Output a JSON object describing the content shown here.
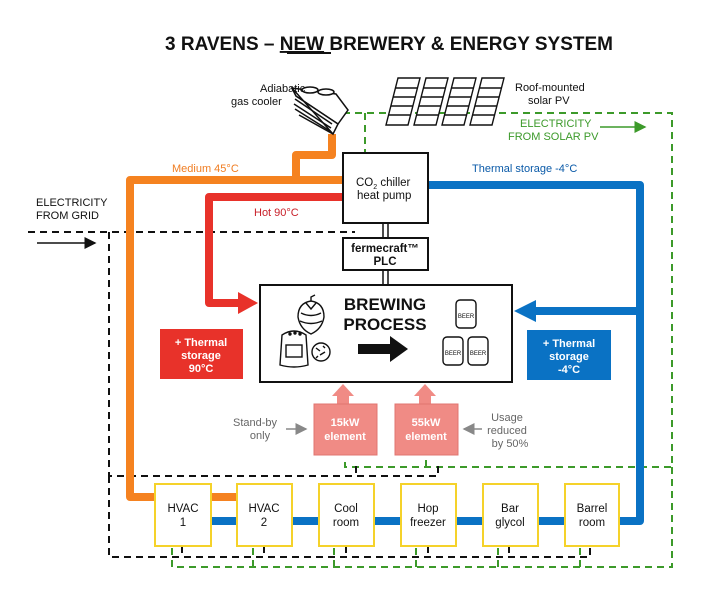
{
  "title": {
    "prefix": "3 RAVENS – ",
    "underlined": "NEW",
    "suffix": " BREWERY & ENERGY SYSTEM"
  },
  "colors": {
    "medium_pipe": "#f58220",
    "hot_pipe": "#e8322a",
    "cold_pipe": "#0a72c4",
    "solar_line": "#3c9a2a",
    "grid_line": "#111111",
    "element_fill": "#f08b85",
    "consumer_border": "#f5d22a"
  },
  "equipment": {
    "gas_cooler": {
      "line1": "Adiabatic",
      "line2": "gas cooler"
    },
    "solar_pv": {
      "line1": "Roof-mounted",
      "line2": "solar PV"
    },
    "chiller": {
      "line1_pre": "CO",
      "line1_sub": "2",
      "line1_post": " chiller",
      "line2": "heat pump"
    },
    "plc": {
      "line1": "fermecraft™",
      "line2": "PLC"
    }
  },
  "electricity": {
    "solar": {
      "line1": "ELECTRICITY",
      "line2": "FROM SOLAR PV"
    },
    "grid": {
      "line1": "ELECTRICITY",
      "line2": "FROM GRID"
    }
  },
  "loops": {
    "medium": "Medium 45°C",
    "hot": "Hot 90°C",
    "cold": "Thermal storage -4°C"
  },
  "process": {
    "line1": "BREWING",
    "line2": "PROCESS",
    "can_label": "BEER"
  },
  "storage": {
    "hot": {
      "line1": "+ Thermal",
      "line2": "storage",
      "line3": "90°C"
    },
    "cold": {
      "line1": "+ Thermal",
      "line2": "storage",
      "line3": "-4°C"
    }
  },
  "elements": [
    {
      "line1": "15kW",
      "line2": "element",
      "note": [
        "Stand-by",
        "only"
      ]
    },
    {
      "line1": "55kW",
      "line2": "element",
      "note": [
        "Usage",
        "reduced",
        "by 50%"
      ]
    }
  ],
  "consumers": [
    {
      "line1": "HVAC",
      "line2": "1"
    },
    {
      "line1": "HVAC",
      "line2": "2"
    },
    {
      "line1": "Cool",
      "line2": "room"
    },
    {
      "line1": "Hop",
      "line2": "freezer"
    },
    {
      "line1": "Bar",
      "line2": "glycol"
    },
    {
      "line1": "Barrel",
      "line2": "room"
    }
  ]
}
